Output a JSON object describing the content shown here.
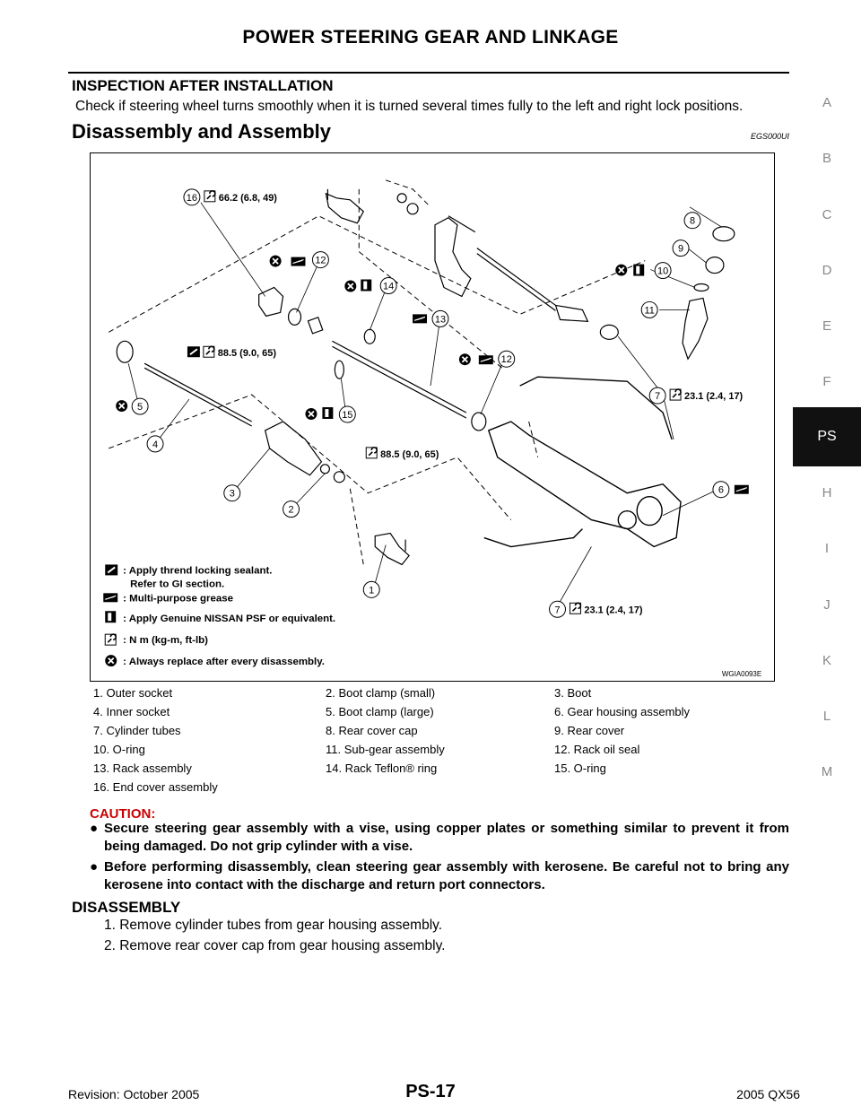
{
  "header": {
    "title": "POWER STEERING GEAR AND LINKAGE"
  },
  "side_index": {
    "letters": [
      "A",
      "B",
      "C",
      "D",
      "E",
      "F",
      "PS",
      "H",
      "I",
      "J",
      "K",
      "L",
      "M"
    ],
    "active": "PS"
  },
  "inspection": {
    "heading": "INSPECTION AFTER INSTALLATION",
    "text": "Check if steering wheel turns smoothly when it is turned several times fully to the left and right lock positions."
  },
  "section": {
    "title": "Disassembly and Assembly",
    "ref_code": "EGS000UI"
  },
  "figure": {
    "figure_id": "WGIA0093E",
    "callouts": [
      "16",
      "12",
      "14",
      "13",
      "12",
      "10",
      "9",
      "8",
      "11",
      "5",
      "4",
      "3",
      "2",
      "15",
      "7",
      "6",
      "1",
      "7"
    ],
    "torques": {
      "t16": "66.2 (6.8, 49)",
      "t5": "88.5 (9.0, 65)",
      "t2": "88.5 (9.0, 65)",
      "t7a": "23.1 (2.4, 17)",
      "t7b": "23.1 (2.4, 17)"
    },
    "legend": {
      "sealant_line1": ": Apply thrend locking sealant.",
      "sealant_line2": "Refer to GI section.",
      "grease": ": Multi-purpose grease",
      "psf": ": Apply Genuine NISSAN PSF or equivalent.",
      "torque_unit": ": N m (kg-m, ft-lb)",
      "replace": ": Always replace after every disassembly."
    },
    "icons": [
      "torque-wrench-icon",
      "grease-icon",
      "psf-fluid-icon",
      "sealant-icon",
      "replace-icon"
    ]
  },
  "parts_list": [
    [
      "1.   Outer socket",
      "2.   Boot clamp (small)",
      "3.   Boot"
    ],
    [
      "4.   Inner socket",
      "5.   Boot clamp (large)",
      "6.   Gear housing assembly"
    ],
    [
      "7.   Cylinder tubes",
      "8.   Rear cover cap",
      "9.   Rear cover"
    ],
    [
      "10.  O-ring",
      "11.  Sub-gear assembly",
      "12.  Rack oil seal"
    ],
    [
      "13.  Rack assembly",
      "14.  Rack Teflon® ring",
      "15.  O-ring"
    ],
    [
      "16.  End cover assembly",
      "",
      ""
    ]
  ],
  "caution": {
    "label": "CAUTION:",
    "items": [
      "Secure steering gear assembly with a vise, using copper plates or something similar to prevent it from being damaged. Do not grip cylinder with a vise.",
      "Before performing disassembly, clean steering gear assembly with kerosene. Be careful not to bring any kerosene into contact with the discharge and return port connectors."
    ]
  },
  "disassembly": {
    "heading": "DISASSEMBLY",
    "steps": [
      "1.   Remove cylinder tubes from gear housing assembly.",
      "2.   Remove rear cover cap from gear housing assembly."
    ]
  },
  "footer": {
    "revision": "Revision: October 2005",
    "page": "PS-17",
    "model": "2005 QX56"
  }
}
